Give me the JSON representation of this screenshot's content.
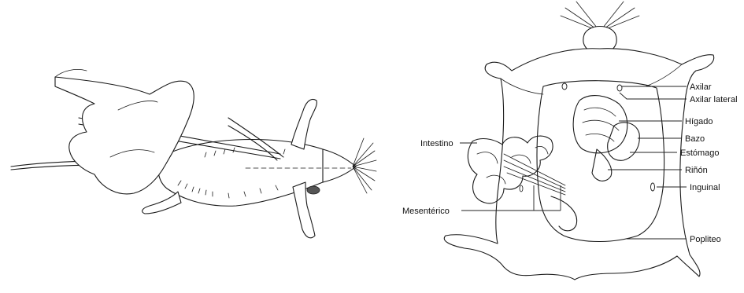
{
  "labels": {
    "axilar": "Axilar",
    "axilar_lateral": "Axilar lateral",
    "higado": "Hígado",
    "bazo": "Bazo",
    "estomago": "Estómago",
    "rinon": "Riñón",
    "inguinal": "Inguinal",
    "popliteo": "Popliteo",
    "intestino": "Intestino",
    "mesenterico": "Mesentérico"
  }
}
